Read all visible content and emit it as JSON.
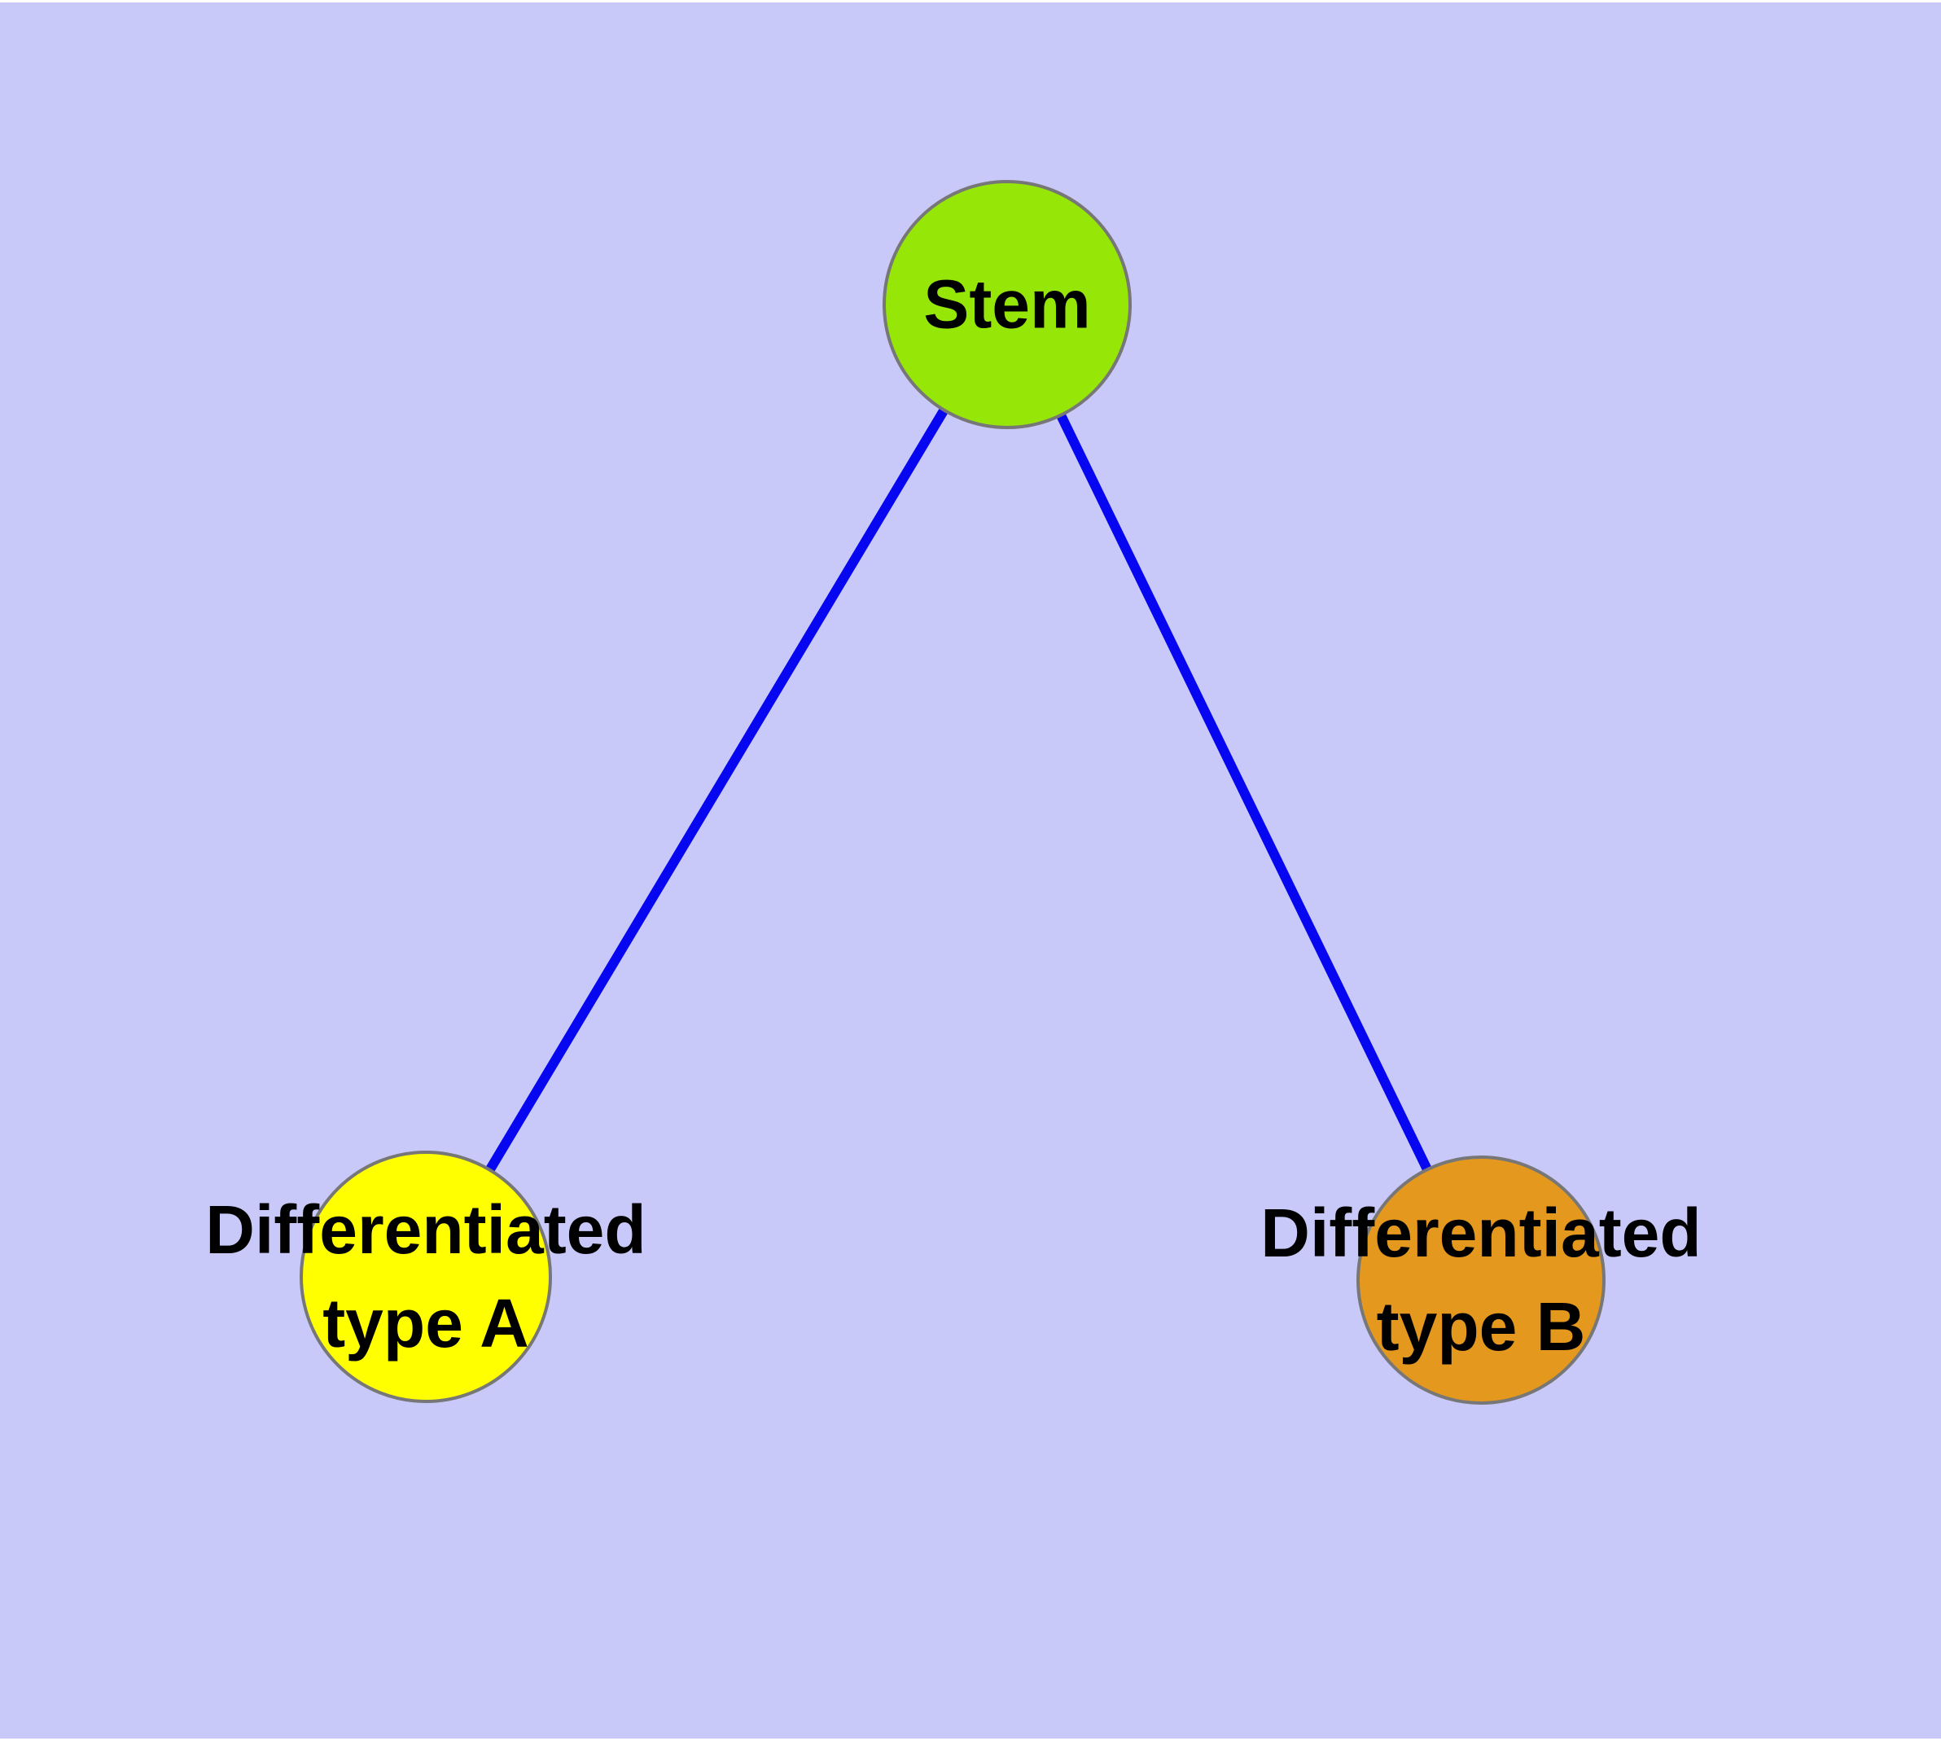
{
  "graph": {
    "background_color": "#C9C9F9",
    "frame_color": "#FFFFFF",
    "edge_color": "#0606F0",
    "node_border_color": "#777777",
    "label_color": "#000000",
    "nodes": {
      "stem": {
        "label": "Stem",
        "lines": [
          "Stem"
        ],
        "fill": "#96E608"
      },
      "typeA": {
        "label": "Differentiated type A",
        "lines": [
          "Differentiated",
          "type A"
        ],
        "fill": "#FFFF00"
      },
      "typeB": {
        "label": "Differentiated type B",
        "lines": [
          "Differentiated",
          "type B"
        ],
        "fill": "#E5981E"
      }
    },
    "edges": [
      {
        "from": "Stem",
        "to": "Differentiated type A"
      },
      {
        "from": "Stem",
        "to": "Differentiated type B"
      }
    ]
  }
}
